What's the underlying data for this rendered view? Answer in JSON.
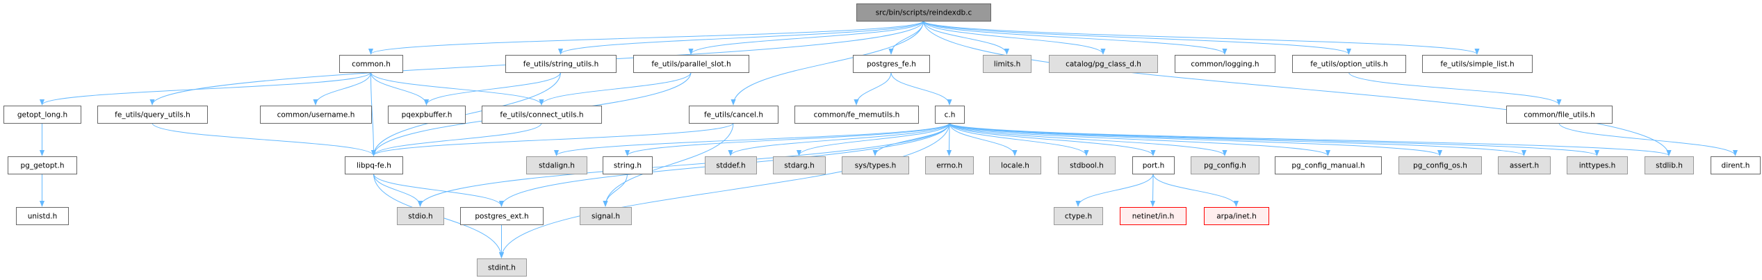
{
  "colors": {
    "edge": "#63b8ff",
    "root_fill": "#999999",
    "root_border": "#666666",
    "normal_fill": "#ffffff",
    "normal_border": "#666666",
    "system_fill": "#e0e0e0",
    "system_border": "#999999",
    "missing_fill": "#ffeeee",
    "missing_border": "#ff0000"
  },
  "nodes": [
    {
      "id": "root",
      "label": "src/bin/scripts/reindexdb.c",
      "kind": "root"
    },
    {
      "id": "common",
      "label": "common.h",
      "kind": "normal"
    },
    {
      "id": "string_utils",
      "label": "fe_utils/string_utils.h",
      "kind": "normal"
    },
    {
      "id": "parallel_slot",
      "label": "fe_utils/parallel_slot.h",
      "kind": "normal"
    },
    {
      "id": "postgres_fe",
      "label": "postgres_fe.h",
      "kind": "normal"
    },
    {
      "id": "limits",
      "label": "limits.h",
      "kind": "system"
    },
    {
      "id": "pg_class_d",
      "label": "catalog/pg_class_d.h",
      "kind": "system"
    },
    {
      "id": "logging",
      "label": "common/logging.h",
      "kind": "normal"
    },
    {
      "id": "option_utils",
      "label": "fe_utils/option_utils.h",
      "kind": "normal"
    },
    {
      "id": "simple_list",
      "label": "fe_utils/simple_list.h",
      "kind": "normal"
    },
    {
      "id": "getopt_long",
      "label": "getopt_long.h",
      "kind": "normal"
    },
    {
      "id": "query_utils",
      "label": "fe_utils/query_utils.h",
      "kind": "normal"
    },
    {
      "id": "username",
      "label": "common/username.h",
      "kind": "normal"
    },
    {
      "id": "pqexpbuffer",
      "label": "pqexpbuffer.h",
      "kind": "normal"
    },
    {
      "id": "connect_utils",
      "label": "fe_utils/connect_utils.h",
      "kind": "normal"
    },
    {
      "id": "cancel",
      "label": "fe_utils/cancel.h",
      "kind": "normal"
    },
    {
      "id": "fe_memutils",
      "label": "common/fe_memutils.h",
      "kind": "normal"
    },
    {
      "id": "c",
      "label": "c.h",
      "kind": "normal"
    },
    {
      "id": "file_utils",
      "label": "common/file_utils.h",
      "kind": "normal"
    },
    {
      "id": "pg_getopt",
      "label": "pg_getopt.h",
      "kind": "normal"
    },
    {
      "id": "libpq_fe",
      "label": "libpq-fe.h",
      "kind": "normal"
    },
    {
      "id": "stdalign",
      "label": "stdalign.h",
      "kind": "system"
    },
    {
      "id": "string",
      "label": "string.h",
      "kind": "normal"
    },
    {
      "id": "stddef",
      "label": "stddef.h",
      "kind": "system"
    },
    {
      "id": "stdarg",
      "label": "stdarg.h",
      "kind": "system"
    },
    {
      "id": "sys_types",
      "label": "sys/types.h",
      "kind": "system"
    },
    {
      "id": "errno",
      "label": "errno.h",
      "kind": "system"
    },
    {
      "id": "locale",
      "label": "locale.h",
      "kind": "system"
    },
    {
      "id": "stdbool",
      "label": "stdbool.h",
      "kind": "system"
    },
    {
      "id": "port",
      "label": "port.h",
      "kind": "normal"
    },
    {
      "id": "pg_config",
      "label": "pg_config.h",
      "kind": "system"
    },
    {
      "id": "pg_config_manual",
      "label": "pg_config_manual.h",
      "kind": "normal"
    },
    {
      "id": "pg_config_os",
      "label": "pg_config_os.h",
      "kind": "system"
    },
    {
      "id": "assert",
      "label": "assert.h",
      "kind": "system"
    },
    {
      "id": "inttypes",
      "label": "inttypes.h",
      "kind": "system"
    },
    {
      "id": "stdlib",
      "label": "stdlib.h",
      "kind": "system"
    },
    {
      "id": "dirent",
      "label": "dirent.h",
      "kind": "normal"
    },
    {
      "id": "unistd",
      "label": "unistd.h",
      "kind": "normal"
    },
    {
      "id": "stdio",
      "label": "stdio.h",
      "kind": "system"
    },
    {
      "id": "postgres_ext",
      "label": "postgres_ext.h",
      "kind": "normal"
    },
    {
      "id": "signal",
      "label": "signal.h",
      "kind": "system"
    },
    {
      "id": "ctype",
      "label": "ctype.h",
      "kind": "system"
    },
    {
      "id": "netinet_in",
      "label": "netinet/in.h",
      "kind": "missing"
    },
    {
      "id": "arpa_inet",
      "label": "arpa/inet.h",
      "kind": "missing"
    },
    {
      "id": "stdint",
      "label": "stdint.h",
      "kind": "system"
    }
  ],
  "edges": [
    [
      "root",
      "common"
    ],
    [
      "root",
      "query_utils"
    ],
    [
      "root",
      "string_utils"
    ],
    [
      "root",
      "parallel_slot"
    ],
    [
      "root",
      "cancel"
    ],
    [
      "root",
      "postgres_fe"
    ],
    [
      "root",
      "stdlib"
    ],
    [
      "root",
      "limits"
    ],
    [
      "root",
      "pg_class_d"
    ],
    [
      "root",
      "logging"
    ],
    [
      "root",
      "option_utils"
    ],
    [
      "root",
      "simple_list"
    ],
    [
      "common",
      "getopt_long"
    ],
    [
      "common",
      "libpq_fe"
    ],
    [
      "common",
      "username"
    ],
    [
      "common",
      "pqexpbuffer"
    ],
    [
      "common",
      "connect_utils"
    ],
    [
      "string_utils",
      "pqexpbuffer"
    ],
    [
      "string_utils",
      "libpq_fe"
    ],
    [
      "parallel_slot",
      "connect_utils"
    ],
    [
      "parallel_slot",
      "libpq_fe"
    ],
    [
      "query_utils",
      "libpq_fe"
    ],
    [
      "connect_utils",
      "libpq_fe"
    ],
    [
      "cancel",
      "libpq_fe"
    ],
    [
      "cancel",
      "signal"
    ],
    [
      "getopt_long",
      "pg_getopt"
    ],
    [
      "pg_getopt",
      "unistd"
    ],
    [
      "libpq_fe",
      "stdio"
    ],
    [
      "libpq_fe",
      "postgres_ext"
    ],
    [
      "libpq_fe",
      "stdint"
    ],
    [
      "postgres_ext",
      "stdint"
    ],
    [
      "postgres_fe",
      "fe_memutils"
    ],
    [
      "postgres_fe",
      "c"
    ],
    [
      "c",
      "stdio"
    ],
    [
      "c",
      "postgres_ext"
    ],
    [
      "c",
      "stdint"
    ],
    [
      "c",
      "stdalign"
    ],
    [
      "c",
      "string"
    ],
    [
      "c",
      "stddef"
    ],
    [
      "c",
      "stdarg"
    ],
    [
      "c",
      "sys_types"
    ],
    [
      "c",
      "errno"
    ],
    [
      "c",
      "locale"
    ],
    [
      "c",
      "stdbool"
    ],
    [
      "c",
      "port"
    ],
    [
      "c",
      "pg_config"
    ],
    [
      "c",
      "pg_config_manual"
    ],
    [
      "c",
      "pg_config_os"
    ],
    [
      "c",
      "assert"
    ],
    [
      "c",
      "inttypes"
    ],
    [
      "c",
      "stdlib"
    ],
    [
      "string",
      "signal"
    ],
    [
      "port",
      "ctype"
    ],
    [
      "port",
      "netinet_in"
    ],
    [
      "port",
      "arpa_inet"
    ],
    [
      "option_utils",
      "file_utils"
    ],
    [
      "file_utils",
      "dirent"
    ]
  ]
}
